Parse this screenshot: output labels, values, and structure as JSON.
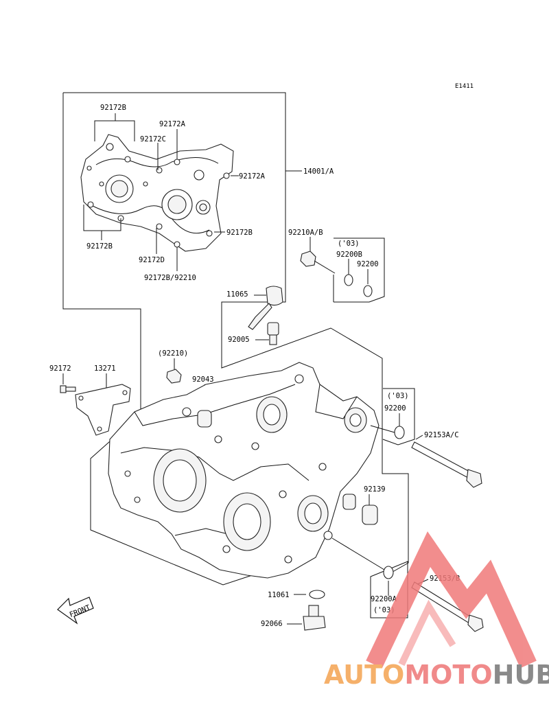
{
  "diagram_code": "E1411",
  "labels": {
    "l_92172B_top": "92172B",
    "l_92172A_top": "92172A",
    "l_92172C": "92172C",
    "l_92172A_right": "92172A",
    "l_14001A": "14001/A",
    "l_92172B_left": "92172B",
    "l_92172B_right": "92172B",
    "l_92172D": "92172D",
    "l_92172B_92210": "92172B/92210",
    "l_92210AB": "92210A/B",
    "l_03_a": "('03)",
    "l_92200B": "92200B",
    "l_92200_a": "92200",
    "l_11065": "11065",
    "l_92005": "92005",
    "l_92210_paren": "(92210)",
    "l_92172": "92172",
    "l_13271": "13271",
    "l_92043": "92043",
    "l_03_b": "('03)",
    "l_92200_b": "92200",
    "l_92153AC": "92153A/C",
    "l_92139": "92139",
    "l_92153B": "92153/B",
    "l_92200A": "92200A",
    "l_03_c": "('03)",
    "l_11061": "11061",
    "l_92066": "92066"
  },
  "front_arrow": {
    "label": "FRONT",
    "icon": "front-arrow-icon"
  },
  "watermark": {
    "part1": "AUTO",
    "part2": "MOTO",
    "part3": "HUB",
    "color_auto": "#f5b06a",
    "color_moto": "#f08a8a",
    "color_hub": "#8a8a8a",
    "logo_color": "#f07a7a"
  }
}
